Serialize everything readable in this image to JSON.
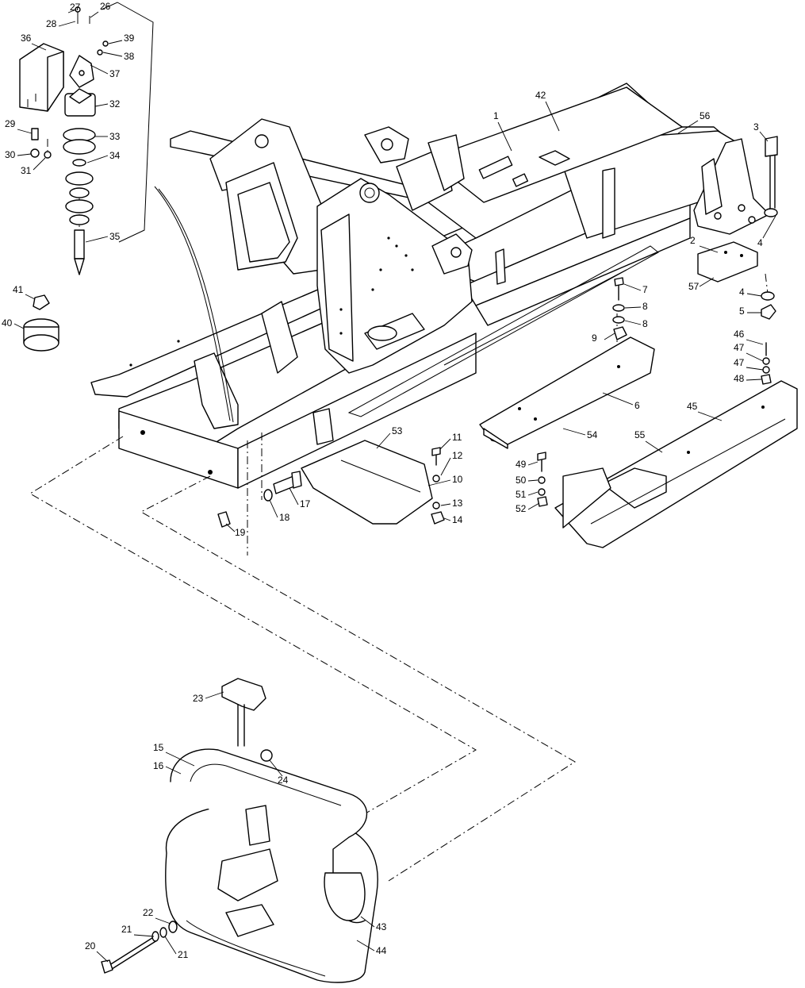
{
  "diagram": {
    "callouts": [
      "1",
      "2",
      "3",
      "4",
      "4",
      "5",
      "6",
      "7",
      "8",
      "8",
      "9",
      "10",
      "11",
      "12",
      "13",
      "14",
      "15",
      "16",
      "17",
      "18",
      "19",
      "20",
      "21",
      "21",
      "22",
      "23",
      "24",
      "26",
      "27",
      "28",
      "29",
      "30",
      "31",
      "32",
      "33",
      "34",
      "35",
      "36",
      "37",
      "38",
      "39",
      "40",
      "41",
      "42",
      "43",
      "44",
      "45",
      "46",
      "47",
      "47",
      "48",
      "49",
      "50",
      "51",
      "52",
      "53",
      "54",
      "55",
      "56",
      "57"
    ]
  }
}
